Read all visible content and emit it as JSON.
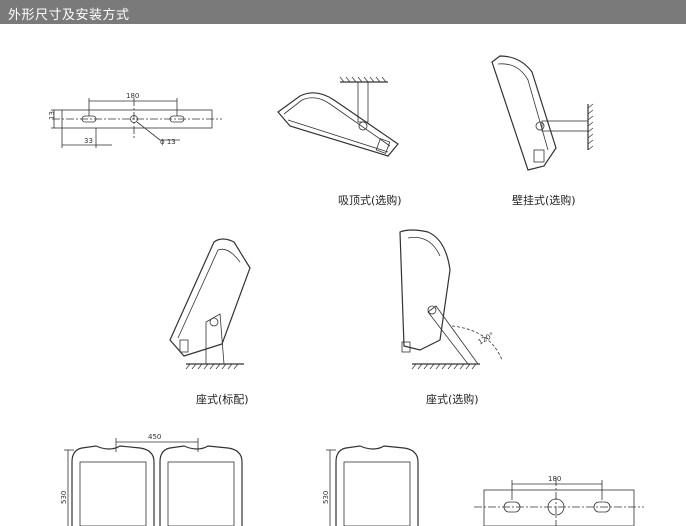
{
  "header": {
    "title": "外形尺寸及安装方式"
  },
  "captions": {
    "ceiling": "吸顶式(选购)",
    "wall": "壁挂式(选购)",
    "seat_standard": "座式(标配)",
    "seat_optional": "座式(选购)"
  },
  "dimensions": {
    "bracket_top_width": "180",
    "bracket_top_height": "13",
    "bracket_top_slot": "33",
    "bracket_top_hole": "ϕ 13",
    "angle": "120°",
    "double_width": "450",
    "double_height": "530",
    "single_height": "530",
    "bracket_bottom_width": "180"
  }
}
